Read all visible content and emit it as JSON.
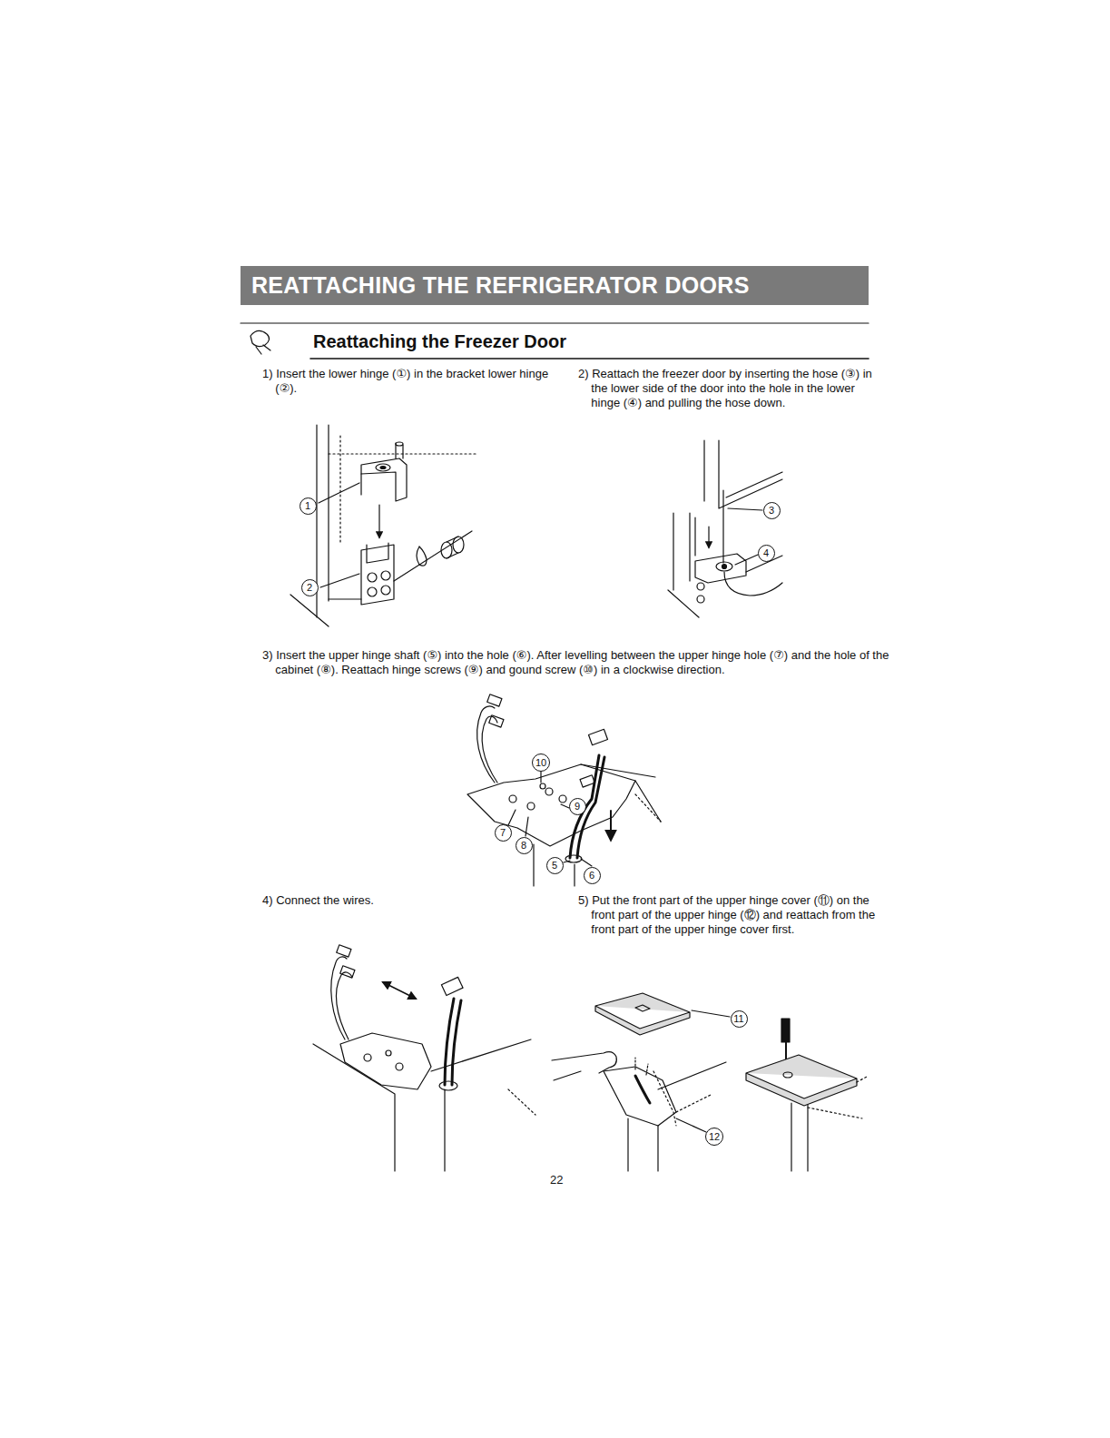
{
  "diagram": {
    "title": "REATTACHING THE REFRIGERATOR DOORS",
    "nodes": [
      {
        "text": [
          "1"
        ]
      },
      {
        "text": [
          "2"
        ]
      },
      {
        "text": [
          "3"
        ]
      },
      {
        "text": [
          "4"
        ]
      },
      {
        "text": [
          "10"
        ]
      },
      {
        "text": [
          "9"
        ]
      },
      {
        "text": [
          "7"
        ]
      },
      {
        "text": [
          "8"
        ]
      },
      {
        "text": [
          "5"
        ]
      },
      {
        "text": [
          "6"
        ]
      },
      {
        "text": [
          "11"
        ]
      },
      {
        "text": [
          "12"
        ]
      }
    ],
    "labels": [
      "Reattaching the Freezer Door",
      "1) Insert the lower hinge (①) in the bracket lower hinge (②).",
      "2) Reattach the freezer door by inserting the hose (③) in the lower side of the door into the hole in the lower hinge (④) and pulling the hose down.",
      "3) Insert the upper hinge shaft (⑤) into the hole (⑥). After levelling between the upper hinge hole (⑦) and the hole of the cabinet (⑧). Reattach hinge screws (⑨) and gound screw (⑩) in a clockwise direction.",
      "4) Connect the wires.",
      "5) Put the front part of the upper hinge cover (⑪) on the front part of the upper hinge (⑫) and reattach from the front part of the upper hinge cover first.",
      "22"
    ]
  }
}
